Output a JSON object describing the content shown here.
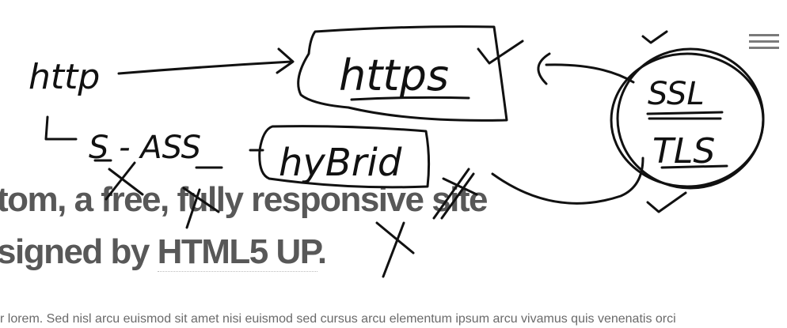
{
  "menu": {
    "icon": "hamburger-menu-icon"
  },
  "headline": {
    "line1": "tom, a free, fully responsive site",
    "line2_prefix": "signed by ",
    "line2_link": "HTML5 UP",
    "line2_suffix": "."
  },
  "body": {
    "text": "r lorem. Sed nisl arcu euismod sit amet nisi euismod sed cursus arcu elementum ipsum arcu vivamus quis venenatis orci"
  },
  "annotations": {
    "http": "http",
    "https": "https",
    "s_ass": "S - ASS",
    "hybrid": "hyBrid",
    "ssl": "SSL",
    "tls": "TLS",
    "ink_color": "#111111"
  }
}
